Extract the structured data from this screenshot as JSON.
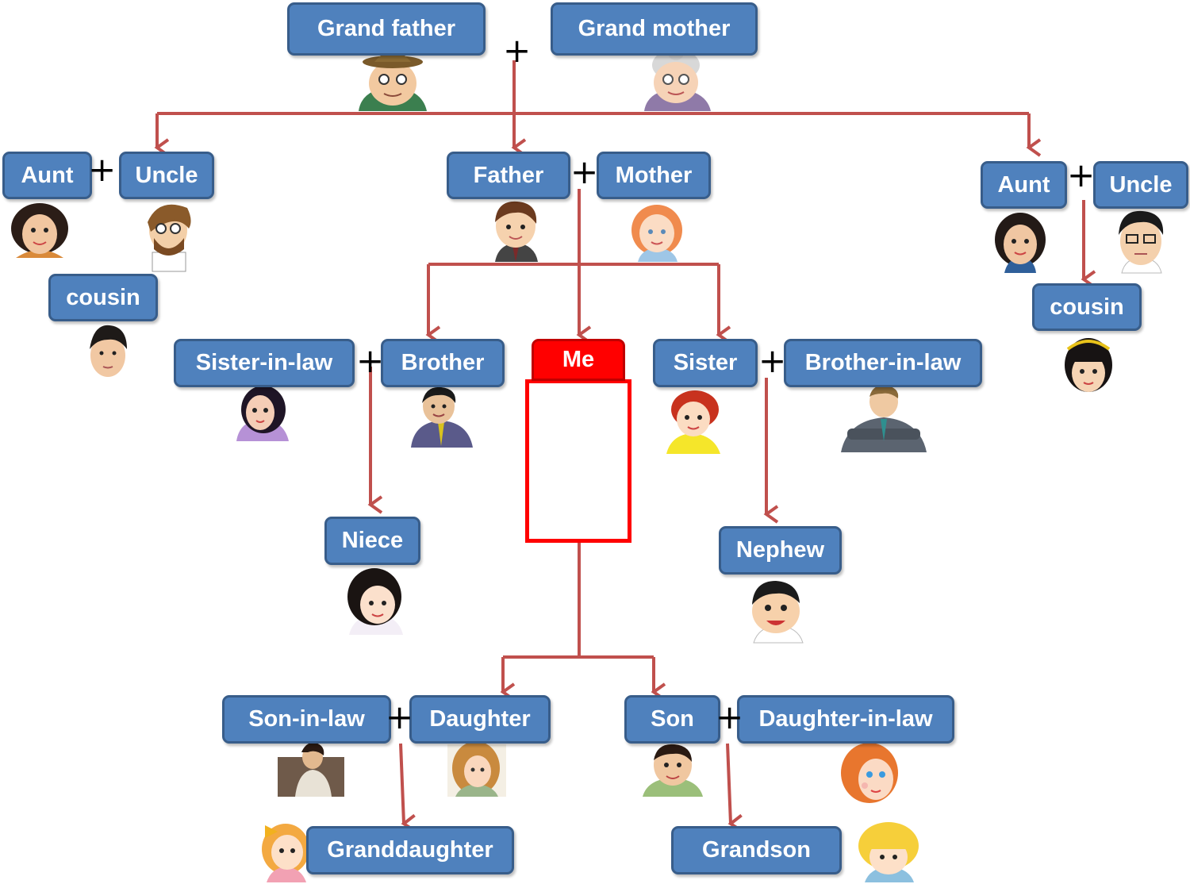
{
  "colors": {
    "box_fill": "#4f81bd",
    "box_border": "#385d8a",
    "me_fill": "#ff0000",
    "connector": "#c0504d"
  },
  "labels": {
    "grand_father": "Grand father",
    "grand_mother": "Grand mother",
    "aunt_left": "Aunt",
    "uncle_left": "Uncle",
    "cousin_left": "cousin",
    "father": "Father",
    "mother": "Mother",
    "aunt_right": "Aunt",
    "uncle_right": "Uncle",
    "cousin_right": "cousin",
    "sister_in_law": "Sister-in-law",
    "brother": "Brother",
    "me": "Me",
    "sister": "Sister",
    "brother_in_law": "Brother-in-law",
    "niece": "Niece",
    "nephew": "Nephew",
    "son_in_law": "Son-in-law",
    "daughter": "Daughter",
    "son": "Son",
    "daughter_in_law": "Daughter-in-law",
    "granddaughter": "Granddaughter",
    "grandson": "Grandson"
  },
  "plus_symbol": "+",
  "icons": [
    "grandfather-icon",
    "grandmother-icon",
    "aunt-left-icon",
    "uncle-left-icon",
    "cousin-left-icon",
    "father-icon",
    "mother-icon",
    "aunt-right-icon",
    "uncle-right-icon",
    "cousin-right-icon",
    "sister-in-law-icon",
    "brother-icon",
    "me-figure-icon",
    "sister-icon",
    "brother-in-law-icon",
    "niece-icon",
    "nephew-icon",
    "son-in-law-icon",
    "daughter-icon",
    "son-icon",
    "daughter-in-law-icon",
    "granddaughter-icon",
    "grandson-icon"
  ]
}
